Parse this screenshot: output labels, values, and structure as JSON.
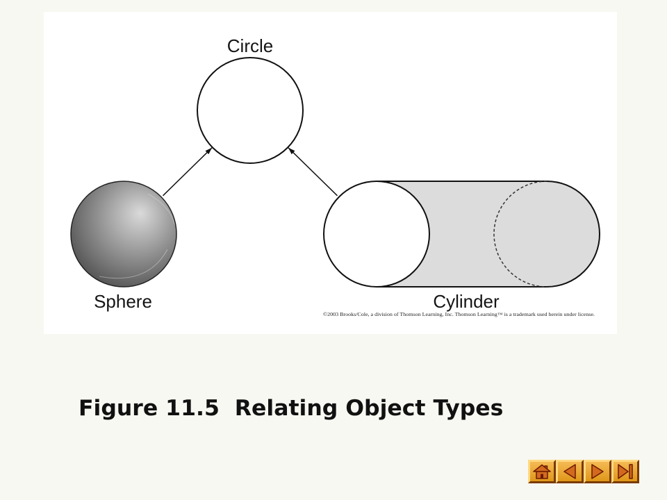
{
  "colors": {
    "page_background": "#F8F8F2",
    "panel_background": "#FFFFFF"
  },
  "figure": {
    "nodes": [
      {
        "label": "Circle"
      },
      {
        "label": "Sphere"
      },
      {
        "label": "Cylinder"
      }
    ],
    "edges": [
      {
        "from": 1,
        "to": 0
      },
      {
        "from": 2,
        "to": 0
      }
    ],
    "copyright": "©2003 Brooks/Cole, a division of Thomson Learning, Inc. Thomson Learning™ is a trademark used herein under license.",
    "colors": {
      "outline": "#111111",
      "cylinder_fill": "#DCDCDC",
      "sphere_highlight": "#DADADA",
      "sphere_shadow": "#4B4B4B"
    }
  },
  "slide": {
    "caption": "Figure 11.5  Relating Object Types"
  },
  "navigation": {
    "buttons": [
      {
        "icon": "home-icon"
      },
      {
        "icon": "previous-icon"
      },
      {
        "icon": "next-icon"
      },
      {
        "icon": "end-icon"
      }
    ],
    "colors": {
      "button_face": "#F2A31B",
      "icon_fill": "#D2691E",
      "icon_outline": "#6B1A00"
    }
  }
}
